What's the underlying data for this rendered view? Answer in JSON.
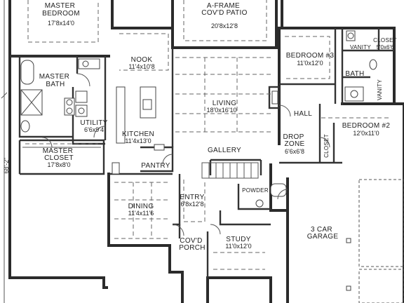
{
  "overall_dimension": "68'-2\"",
  "rooms": [
    {
      "id": "master-bedroom",
      "name": "MASTER\nBEDROOM",
      "size": "17'8x14'0"
    },
    {
      "id": "aframe-patio",
      "name": "A-FRAME\nCOV'D PATIO",
      "size": "20'8x12'8"
    },
    {
      "id": "bedroom-3",
      "name": "BEDROOM #3",
      "size": "11'0x12'0"
    },
    {
      "id": "vanity-upper",
      "name": "VANITY",
      "size": ""
    },
    {
      "id": "closet-upper",
      "name": "CLOSET",
      "size": "5'0x6'6"
    },
    {
      "id": "bath",
      "name": "BATH",
      "size": ""
    },
    {
      "id": "vanity-side",
      "name": "VANITY",
      "size": ""
    },
    {
      "id": "nook",
      "name": "NOOK",
      "size": "11'4x10'8"
    },
    {
      "id": "master-bath",
      "name": "MASTER\nBATH",
      "size": ""
    },
    {
      "id": "living",
      "name": "LIVING",
      "size": "18'0x16'10"
    },
    {
      "id": "hall",
      "name": "HALL",
      "size": ""
    },
    {
      "id": "bedroom-2",
      "name": "BEDROOM #2",
      "size": "12'0x11'0"
    },
    {
      "id": "utility",
      "name": "UTILITY",
      "size": "6'6x9'4"
    },
    {
      "id": "kitchen",
      "name": "KITCHEN",
      "size": "11'4x13'0"
    },
    {
      "id": "drop-zone",
      "name": "DROP\nZONE",
      "size": "6'6x6'8"
    },
    {
      "id": "closet-side",
      "name": "CLOSET",
      "size": ""
    },
    {
      "id": "master-closet",
      "name": "MASTER\nCLOSET",
      "size": "17'8x8'0"
    },
    {
      "id": "gallery",
      "name": "GALLERY",
      "size": ""
    },
    {
      "id": "pantry",
      "name": "PANTRY",
      "size": ""
    },
    {
      "id": "powder",
      "name": "POWDER",
      "size": ""
    },
    {
      "id": "entry",
      "name": "ENTRY",
      "size": "6'8x12'8"
    },
    {
      "id": "dining",
      "name": "DINING",
      "size": "11'4x11'6"
    },
    {
      "id": "garage",
      "name": "3 CAR\nGARAGE",
      "size": ""
    },
    {
      "id": "covd-porch",
      "name": "COV'D\nPORCH",
      "size": ""
    },
    {
      "id": "study",
      "name": "STUDY",
      "size": "11'0x12'0"
    }
  ]
}
